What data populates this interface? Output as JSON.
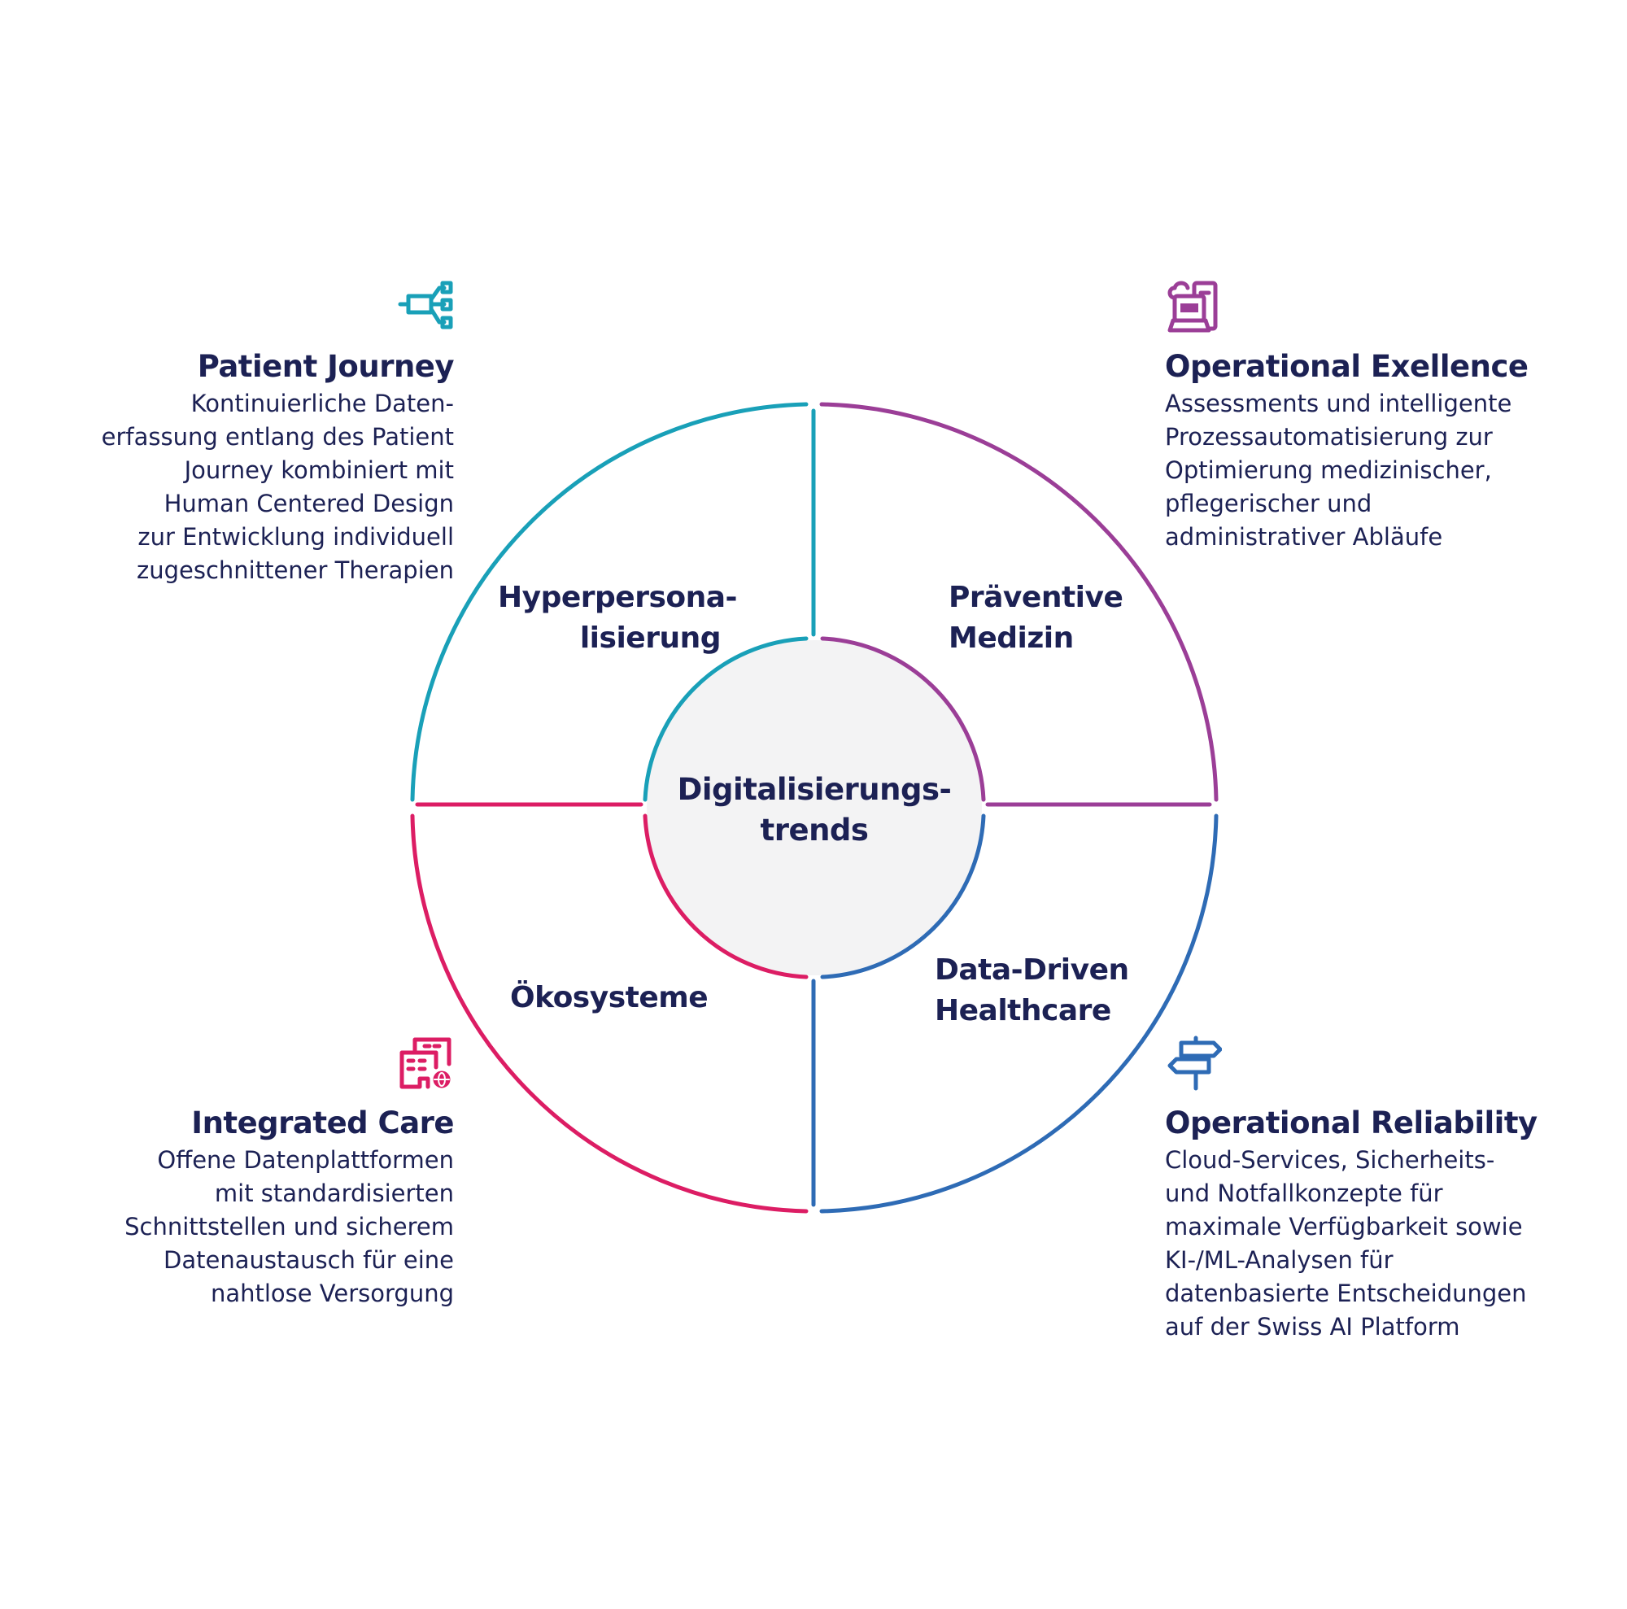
{
  "colors": {
    "text": "#1c2154",
    "teal": "#19a0b8",
    "purple": "#9b3e97",
    "pink": "#dc1d64",
    "blue": "#2e6bb5",
    "center_fill": "#f3f3f4"
  },
  "center": {
    "label": "Digitalisierungs-\ntrends"
  },
  "segments": [
    {
      "id": "top-left",
      "label": "Hyperpersona-\nlisierung",
      "color_key": "teal"
    },
    {
      "id": "top-right",
      "label": "Präventive\nMedizin",
      "color_key": "purple"
    },
    {
      "id": "bottom-right",
      "label": "Data-Driven\nHealthcare",
      "color_key": "blue"
    },
    {
      "id": "bottom-left",
      "label": "Ökosysteme",
      "color_key": "pink"
    }
  ],
  "blocks": {
    "patient_journey": {
      "icon": "hierarchy-flow-icon",
      "title": "Patient Journey",
      "description": "Kontinuierliche Daten-\nerfassung entlang des Patient\nJourney kombiniert mit\nHuman Centered Design\nzur Entwicklung individuell\nzugeschnittener Therapien"
    },
    "operational_excellence": {
      "icon": "cloud-laptop-server-icon",
      "title": "Operational Exellence",
      "description": "Assessments und intelligente\nProzessautomatisierung zur\nOptimierung medizinischer,\npflegerischer und\nadministrativer Abläufe"
    },
    "integrated_care": {
      "icon": "buildings-globe-icon",
      "title": "Integrated Care",
      "description": "Offene Datenplattformen\nmit standardisierten\nSchnittstellen und sicherem\nDatenaustausch für eine\nnahtlose Versorgung"
    },
    "operational_reliability": {
      "icon": "signpost-icon",
      "title": "Operational Reliability",
      "description": "Cloud-Services, Sicherheits-\nund Notfallkonzepte für\nmaximale Verfügbarkeit sowie\nKI-/ML-Analysen für\ndatenbasierte Entscheidungen\nauf der Swiss AI Platform"
    }
  }
}
